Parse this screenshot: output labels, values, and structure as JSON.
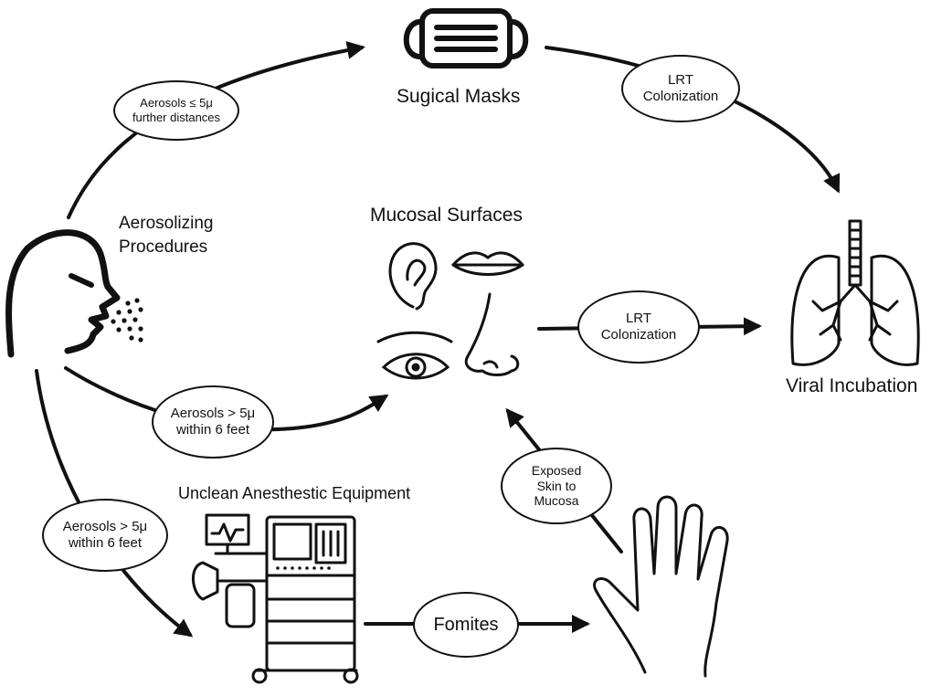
{
  "nodes": {
    "surgical_masks": "Sugical Masks",
    "aerosolizing": [
      "Aerosolizing",
      "Procedures"
    ],
    "mucosal_surfaces": "Mucosal Surfaces",
    "viral_incubation": "Viral Incubation",
    "anesthetic_equipment": "Unclean Anesthestic Equipment"
  },
  "edge_labels": {
    "aerosols_small": [
      "Aerosols ≤ 5μ",
      "further distances"
    ],
    "lrt_top": [
      "LRT",
      "Colonization"
    ],
    "lrt_middle": [
      "LRT",
      "Colonization"
    ],
    "aerosols_large_mid": [
      "Aerosols > 5μ",
      "within 6 feet"
    ],
    "aerosols_large_low": [
      "Aerosols > 5μ",
      "within 6 feet"
    ],
    "exposed_skin": [
      "Exposed",
      "Skin to",
      "Mucosa"
    ],
    "fomites": "Fomites"
  },
  "colors": {
    "ink": "#111111",
    "background": "#ffffff"
  }
}
